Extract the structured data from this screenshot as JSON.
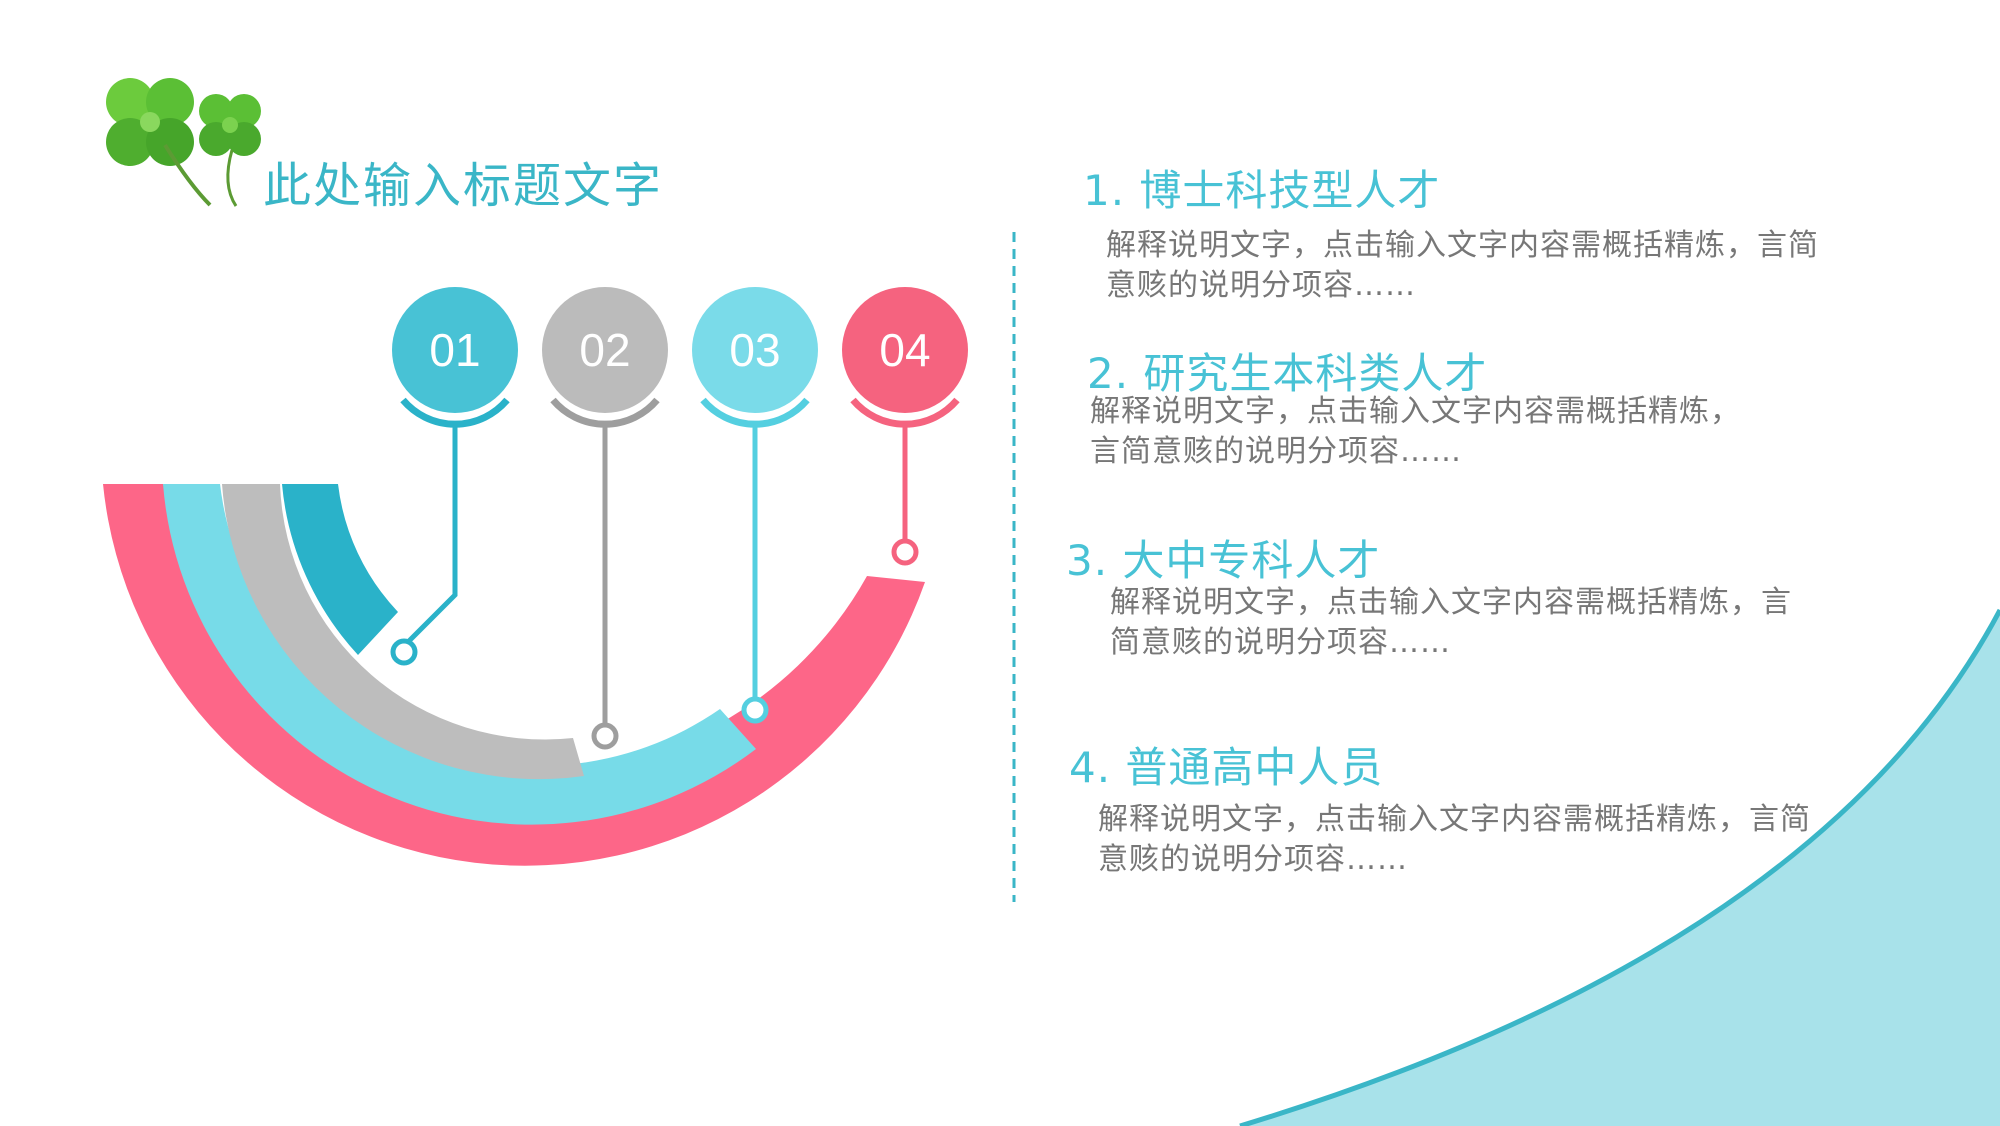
{
  "title": "此处输入标题文字",
  "colors": {
    "accent": "#3ab6c7",
    "pink": "#fd6688",
    "light_cyan": "#77dbe8",
    "gray": "#bdbdbd",
    "teal": "#2ab2c9",
    "wave": "#a8e2ea"
  },
  "badges": [
    {
      "label": "01",
      "color": "#48c2d5"
    },
    {
      "label": "02",
      "color": "#bbbbbb"
    },
    {
      "label": "03",
      "color": "#7adbe9"
    },
    {
      "label": "04",
      "color": "#f5637f"
    }
  ],
  "items": [
    {
      "heading": "1. 博士科技型人才",
      "desc_line1": "解释说明文字，点击输入文字内容需概括精炼，言简",
      "desc_line2": "意赅的说明分项容……"
    },
    {
      "heading": "2. 研究生本科类人才",
      "desc_line1": "解释说明文字，点击输入文字内容需概括精炼，",
      "desc_line2": "言简意赅的说明分项容……"
    },
    {
      "heading": "3. 大中专科人才",
      "desc_line1": "解释说明文字，点击输入文字内容需概括精炼，言",
      "desc_line2": "简意赅的说明分项容……"
    },
    {
      "heading": "4. 普通高中人员",
      "desc_line1": "解释说明文字，点击输入文字内容需概括精炼，言简",
      "desc_line2": "意赅的说明分项容……"
    }
  ],
  "icons": {
    "logo": "four-leaf-clover-icon"
  }
}
